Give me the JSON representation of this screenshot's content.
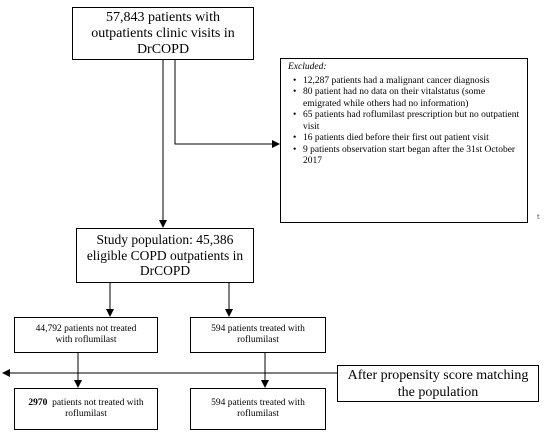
{
  "top_box": {
    "line1": "57,843 patients with",
    "line2": "outpatients clinic visits in",
    "line3": "DrCOPD"
  },
  "excluded_box": {
    "title": "Excluded:",
    "items": [
      "12,287 patients had a malignant cancer diagnosis",
      "80 patient had no data on their vitalstatus (some emigrated while others had no information)",
      "65 patients had roflumilast prescription but no outpatient visit",
      "16 patients died before their first out patient visit",
      "9 patients observation start began after the 31st October 2017"
    ]
  },
  "study_box": {
    "line1": "Study population: 45,386",
    "line2": "eligible COPD outpatients in",
    "line3": "DrCOPD"
  },
  "untreated_box": {
    "line1": "44,792 patients not treated",
    "line2": "with roflumilast"
  },
  "treated_box": {
    "line1": "594 patients treated with",
    "line2": "roflumilast"
  },
  "psm_box": {
    "line1": "After propensity score matching",
    "line2": "the population"
  },
  "matched_untreated_box": {
    "count": "2970",
    "line1": "patients not treated with",
    "line2": "roflumilast"
  },
  "matched_treated_box": {
    "line1": "594 patients  treated with",
    "line2": "roflumilast"
  },
  "stray_mark": "t",
  "colors": {
    "stroke": "#000000",
    "background": "#ffffff"
  }
}
